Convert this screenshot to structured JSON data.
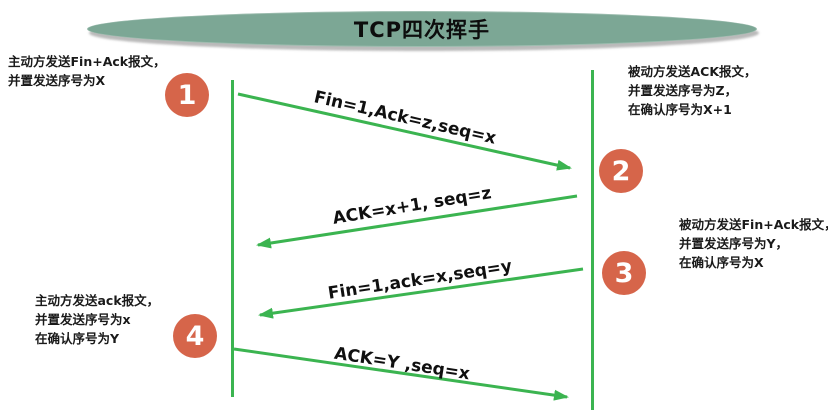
{
  "title": "TCP四次挥手",
  "colors": {
    "banner_green": "#7ca795",
    "arrow_green": "#3bb450",
    "step_circle_orange": "#d6654a",
    "text_black": "#1a1a1a"
  },
  "steps": [
    {
      "number": "1"
    },
    {
      "number": "2"
    },
    {
      "number": "3"
    },
    {
      "number": "4"
    }
  ],
  "annotations": [
    {
      "id": "left-top",
      "lines": [
        "主动方发送Fin+Ack报文，",
        "并置发送序号为X"
      ]
    },
    {
      "id": "right-top",
      "lines": [
        "被动方发送ACK报文，",
        "并置发送序号为Z，",
        "在确认序号为X+1"
      ]
    },
    {
      "id": "right-middle",
      "lines": [
        "被动方发送Fin+Ack报文，",
        "并置发送序号为Y，",
        "在确认序号为X"
      ]
    },
    {
      "id": "left-bottom",
      "lines": [
        "主动方发送ack报文，",
        "并置发送序号为x",
        "在确认序号为Y"
      ]
    }
  ],
  "messages": [
    {
      "label": "Fin=1,Ack=z,seq=x",
      "direction": "left-to-right"
    },
    {
      "label": "ACK=x+1, seq=z",
      "direction": "right-to-left"
    },
    {
      "label": "Fin=1,ack=x,seq=y",
      "direction": "right-to-left"
    },
    {
      "label": "ACK=Y ,seq=x",
      "direction": "left-to-right"
    }
  ]
}
